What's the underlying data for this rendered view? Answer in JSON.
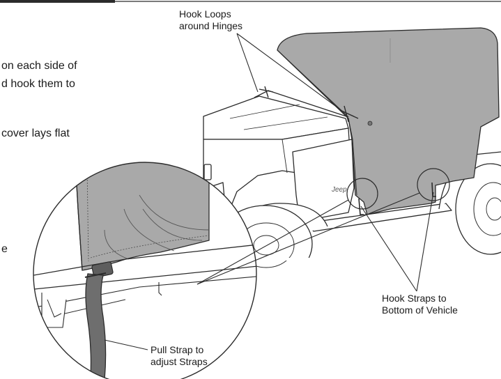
{
  "instructions": {
    "line1": "on each side of",
    "line2": "d hook them to",
    "line3": "cover lays flat",
    "line4": "e"
  },
  "callouts": {
    "hook_loops": [
      "Hook Loops",
      "around Hinges"
    ],
    "hook_straps": [
      "Hook Straps to",
      "Bottom of Vehicle"
    ],
    "pull_strap": [
      "Pull Strap to",
      "adjust Straps"
    ]
  },
  "vehicle": {
    "badge_text": "Jeep"
  },
  "colors": {
    "cover": "#a9a9a9",
    "cover_shadow": "#8f8f8f",
    "strap": "#6e6e6e",
    "line": "#2b2b2b"
  }
}
